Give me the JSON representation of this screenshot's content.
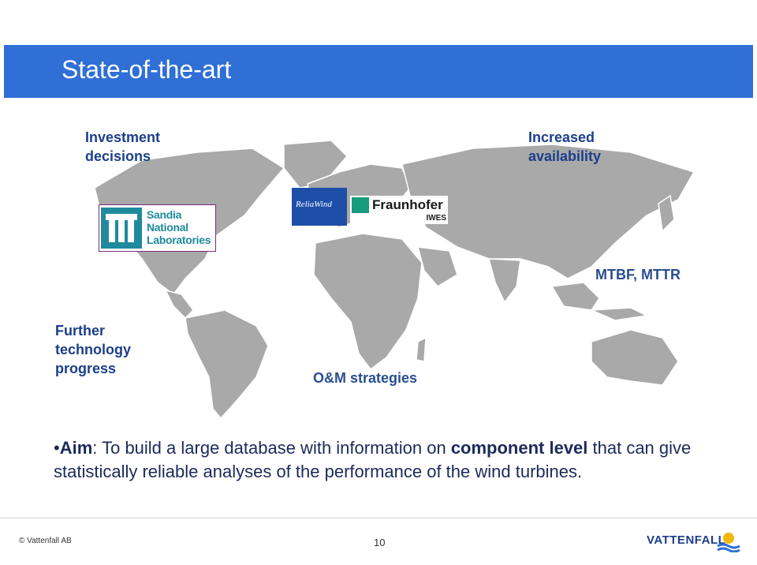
{
  "slide": {
    "title": "State-of-the-art",
    "labels": {
      "investment": [
        "Investment",
        "decisions"
      ],
      "availability": [
        "Increased",
        "availability"
      ],
      "mtbf": "MTBF, MTTR",
      "further": [
        "Further",
        "technology",
        "progress"
      ],
      "om": "O&M strategies"
    },
    "logos": {
      "sandia": [
        "Sandia",
        "National",
        "Laboratories"
      ],
      "reliawind": "ReliaWind",
      "fraunhofer": "Fraunhofer",
      "fraunhofer_sub": "IWES"
    },
    "body": {
      "bullet": "•",
      "aim_label": "Aim",
      "text_a": ": To build a large database with information on ",
      "emphasis": "component level",
      "text_b": " that can give statistically reliable analyses of the performance of the wind turbines."
    }
  },
  "footer": {
    "copyright": "© Vattenfall AB",
    "page_number": "10",
    "brand": "VATTENFALL"
  },
  "colors": {
    "title_bar": "#2f6fd6",
    "label_blue": "#1b3f8b",
    "map_gray": "#a9a9a9"
  }
}
